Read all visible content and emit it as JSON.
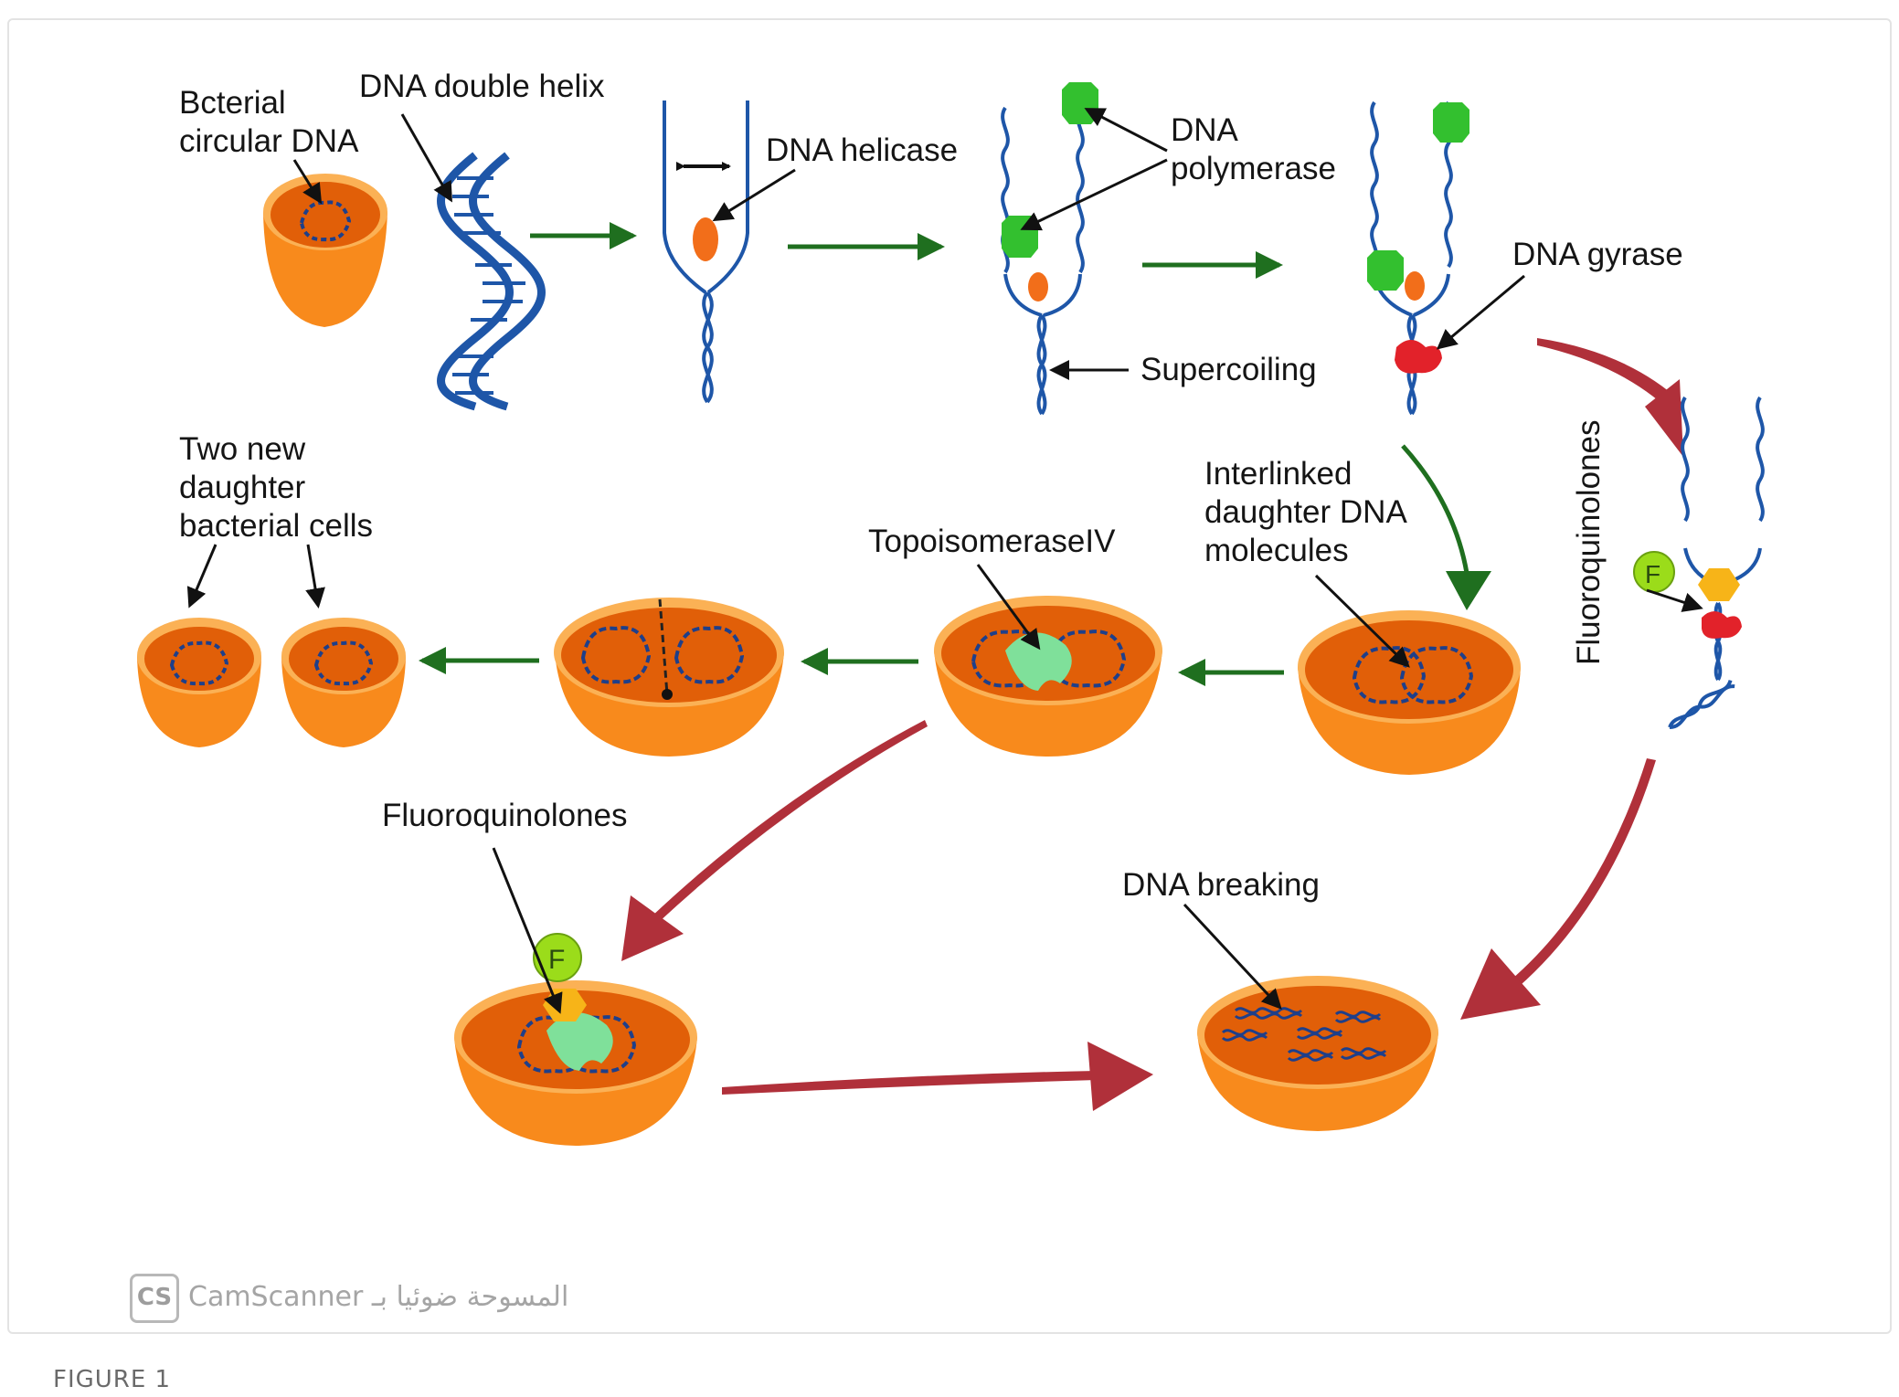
{
  "labels": {
    "bacterial_dna": [
      "Bcterial",
      "circular DNA"
    ],
    "double_helix": "DNA double helix",
    "helicase": "DNA helicase",
    "polymerase": [
      "DNA",
      "polymerase"
    ],
    "gyrase": "DNA gyrase",
    "supercoiling": "Supercoiling",
    "fluoroquinolones_vertical": "Fluoroquinolones",
    "interlinked": [
      "Interlinked",
      "daughter DNA",
      "molecules"
    ],
    "topoisomerase": "TopoisomeraseIV",
    "daughter_cells": [
      "Two new",
      "daughter",
      "bacterial cells"
    ],
    "fluoroquinolones": "Fluoroquinolones",
    "dna_breaking": "DNA breaking",
    "drug_symbol": "F"
  },
  "watermark": {
    "logo": "CS",
    "text": "CamScanner المسوحة ضوئيا بـ"
  },
  "caption": "FIGURE 1",
  "colors": {
    "cell_outer": "#f88a1c",
    "cell_inner": "#e15f08",
    "dna_blue": "#1e56a8",
    "polymerase_green": "#33c02f",
    "gyrase_red": "#e2222a",
    "drug_green": "#9bdc1a",
    "flow_arrow_green": "#1f6f1f",
    "inhibition_arrow_red": "#b0303a"
  }
}
